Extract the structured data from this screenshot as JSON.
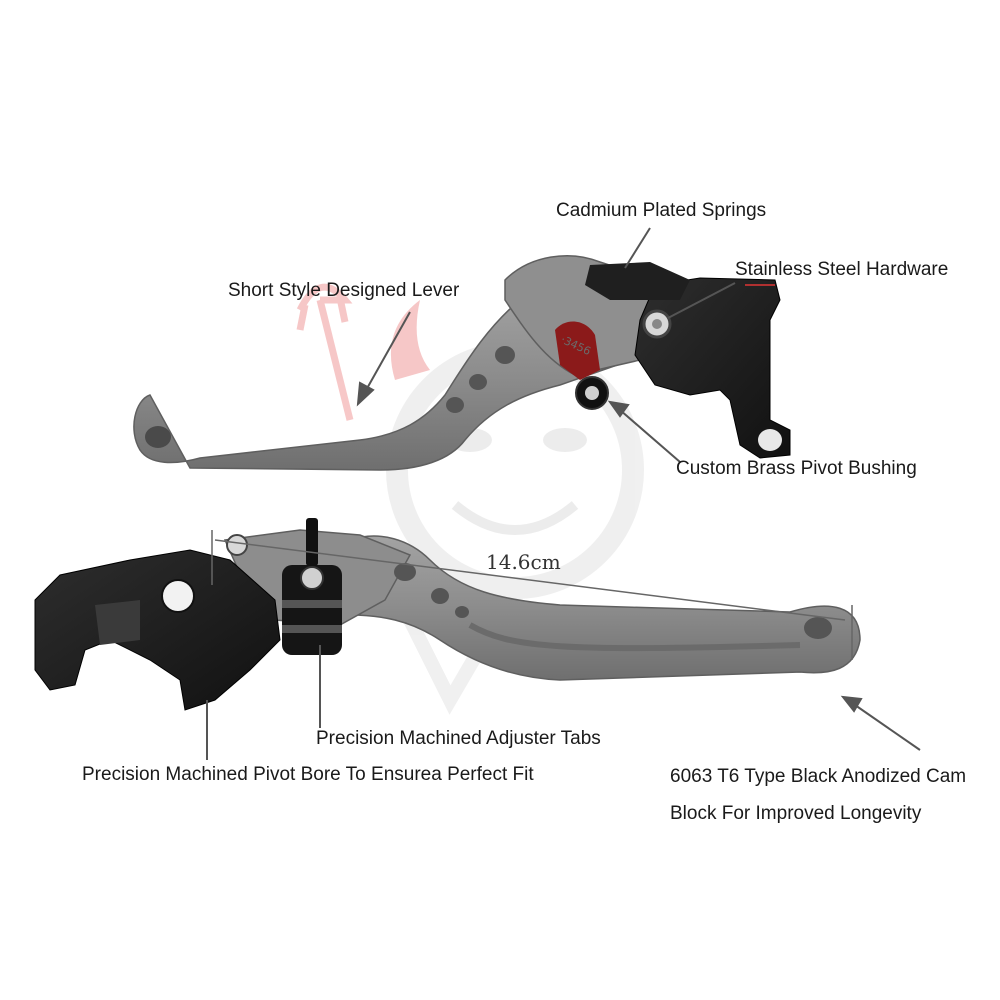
{
  "callouts": {
    "cadmium_springs": "Cadmium Plated Springs",
    "stainless_hardware": "Stainless Steel Hardware",
    "short_style_lever": "Short Style Designed Lever",
    "brass_pivot_bushing": "Custom Brass Pivot Bushing",
    "adjuster_tabs": "Precision Machined Adjuster Tabs",
    "pivot_bore": "Precision Machined Pivot Bore To Ensurea Perfect Fit",
    "cam_block_line1": "6063 T6 Type Black Anodized Cam",
    "cam_block_line2": "Block For Improved Longevity"
  },
  "measurement": {
    "length": "14.6cm"
  },
  "colors": {
    "lever_gray": "#8a8a8a",
    "lever_shadow": "#6e6e6e",
    "bracket_black": "#1c1c1c",
    "adjuster_red": "#8b1a1a",
    "watermark_red": "#e23b3b",
    "callout_line": "#555555"
  }
}
